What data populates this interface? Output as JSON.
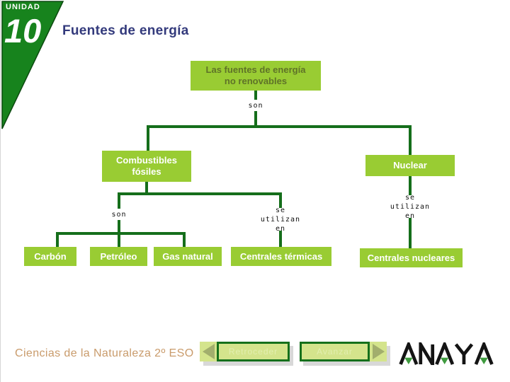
{
  "header": {
    "unit_label": "UNIDAD",
    "unit_number": "10",
    "title": "Fuentes de energía"
  },
  "diagram": {
    "root_line1": "Las fuentes de energía",
    "root_line2": "no renovables",
    "rel_son": "son",
    "rel_use_line1": "se utilizan",
    "rel_use_line2": "en",
    "fossil_line1": "Combustibles",
    "fossil_line2": "fósiles",
    "nuclear": "Nuclear",
    "coal": "Carbón",
    "oil": "Petróleo",
    "gas": "Gas natural",
    "thermal": "Centrales térmicas",
    "nuclear_plants": "Centrales nucleares"
  },
  "footer": {
    "course": "Ciencias de la Naturaleza 2º ESO",
    "back_label": "Retroceder",
    "forward_label": "Avanzar",
    "logo_text": "ANAYA"
  },
  "colors": {
    "header_green": "#17831d",
    "line_green": "#156e1b",
    "node_green": "#99cc33",
    "root_text_olive": "#5f7328",
    "title_navy": "#333a7c",
    "course_tan": "#c99b6b",
    "button_fill": "#d4e48c",
    "button_border": "#15701b",
    "arrow_olive": "#a2ae6d",
    "logo_triangle_green": "#3f9b3f"
  }
}
